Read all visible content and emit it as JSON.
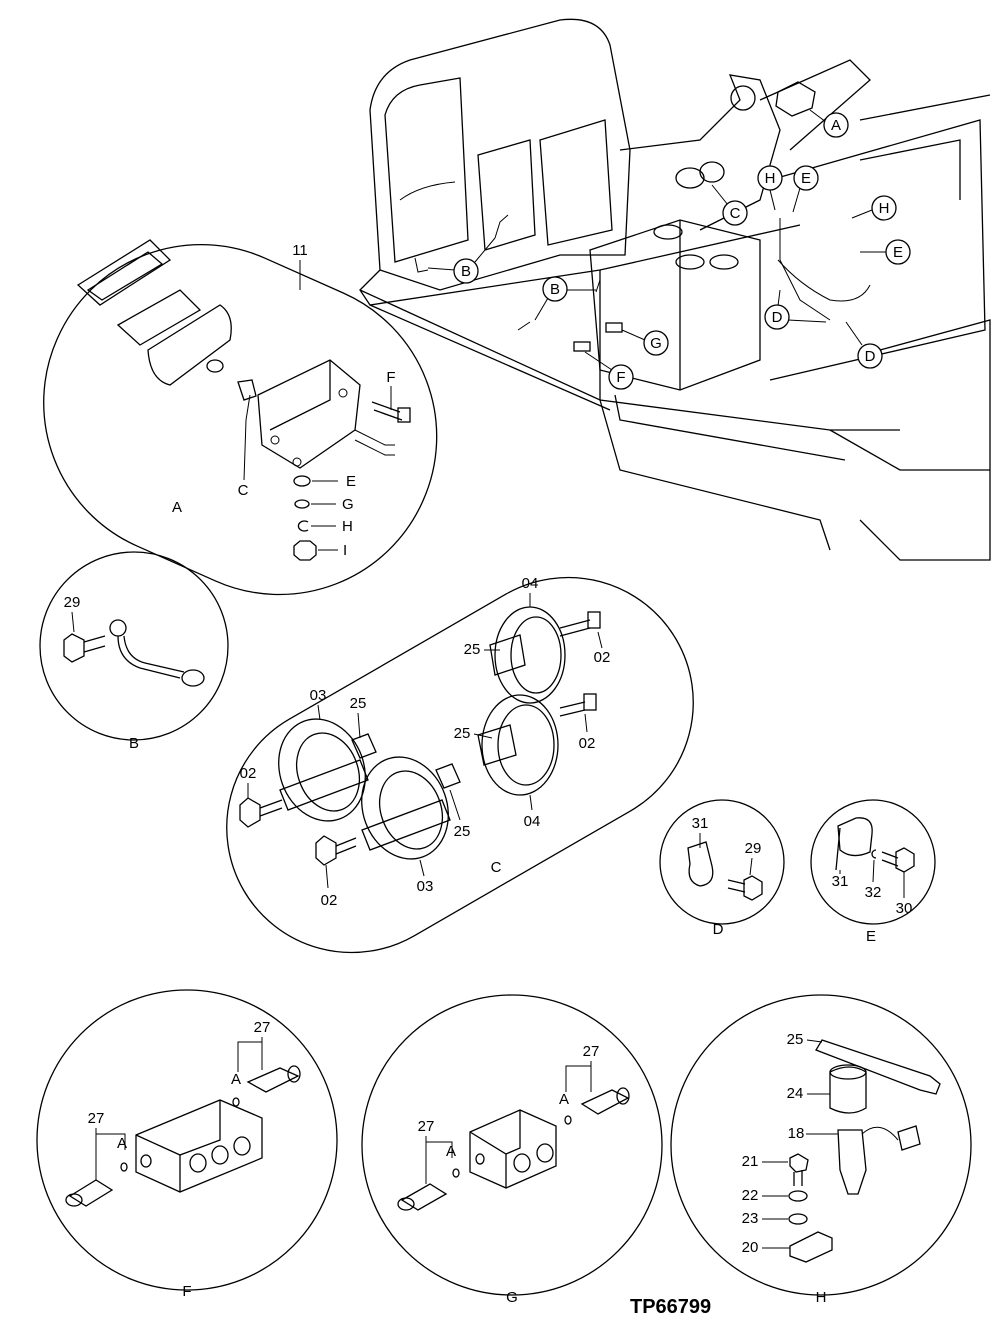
{
  "diagram": {
    "code": "TP66799",
    "main_callouts": {
      "a": "A",
      "b1": "B",
      "b2": "B",
      "c": "C",
      "d1": "D",
      "d2": "D",
      "e1": "E",
      "e2": "E",
      "f": "F",
      "g": "G",
      "h1": "H",
      "h2": "H"
    },
    "detail_A": {
      "title": "A",
      "item": "11",
      "parts": {
        "c": "C",
        "f": "F",
        "e": "E",
        "g": "G",
        "h": "H",
        "i": "I"
      }
    },
    "detail_B": {
      "title": "B",
      "parts": {
        "p29": "29"
      }
    },
    "detail_C": {
      "title": "C",
      "parts": {
        "p04a": "04",
        "p25a": "25",
        "p02a": "02",
        "p25b": "25",
        "p02b": "02",
        "p04b": "04",
        "p03a": "03",
        "p25c": "25",
        "p02c": "02",
        "p25d": "25",
        "p02d": "02",
        "p03b": "03"
      }
    },
    "detail_D": {
      "title": "D",
      "parts": {
        "p31": "31",
        "p29": "29"
      }
    },
    "detail_E": {
      "title": "E",
      "parts": {
        "p31": "31",
        "p32": "32",
        "p30": "30"
      }
    },
    "detail_F": {
      "title": "F",
      "parts": {
        "p27a": "27",
        "p27b": "27",
        "pa1": "A",
        "pa2": "A"
      }
    },
    "detail_G": {
      "title": "G",
      "parts": {
        "p27a": "27",
        "p27b": "27",
        "pa1": "A",
        "pa2": "A"
      }
    },
    "detail_H": {
      "title": "H",
      "parts": {
        "p25": "25",
        "p24": "24",
        "p18": "18",
        "p21": "21",
        "p22": "22",
        "p23": "23",
        "p20": "20"
      }
    }
  }
}
